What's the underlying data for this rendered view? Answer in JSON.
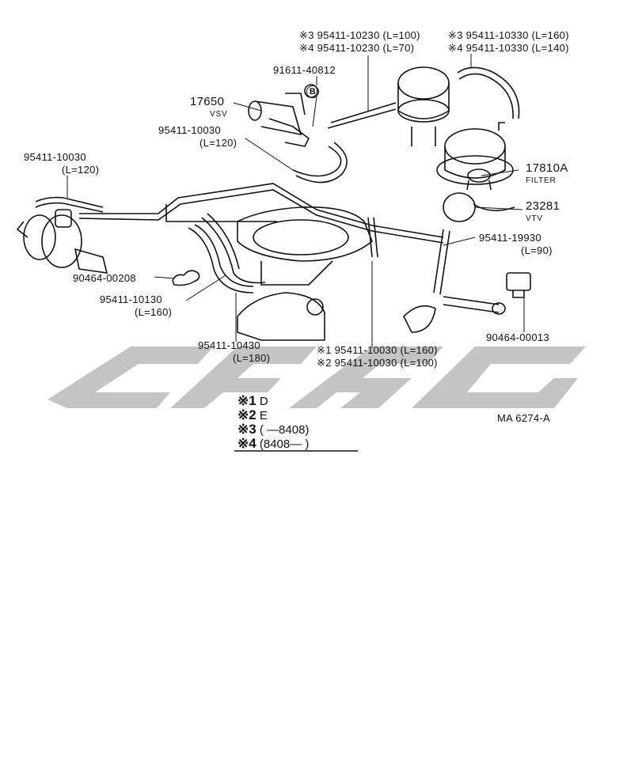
{
  "diagram": {
    "callouts": [
      {
        "id": "c1",
        "text": "※3 95411-10230 (L=100)"
      },
      {
        "id": "c2",
        "text": "※4 95411-10230 (L=70)"
      },
      {
        "id": "c3",
        "text": "※3 95411-10330 (L=160)"
      },
      {
        "id": "c4",
        "text": "※4 95411-10330 (L=140)"
      },
      {
        "id": "c5",
        "text": "91611-40812"
      },
      {
        "id": "c6",
        "text": "17650"
      },
      {
        "id": "c7",
        "text": "VSV"
      },
      {
        "id": "c8",
        "text": "95411-10030"
      },
      {
        "id": "c9",
        "text": "(L=120)"
      },
      {
        "id": "c10",
        "text": "95411-10030"
      },
      {
        "id": "c11",
        "text": "(L=120)"
      },
      {
        "id": "c12",
        "text": "17810A"
      },
      {
        "id": "c13",
        "text": "FILTER"
      },
      {
        "id": "c14",
        "text": "23281"
      },
      {
        "id": "c15",
        "text": "VTV"
      },
      {
        "id": "c16",
        "text": "95411-19930"
      },
      {
        "id": "c17",
        "text": "(L=90)"
      },
      {
        "id": "c18",
        "text": "90464-00208"
      },
      {
        "id": "c19",
        "text": "95411-10130"
      },
      {
        "id": "c20",
        "text": "(L=160)"
      },
      {
        "id": "c21",
        "text": "95411-10430"
      },
      {
        "id": "c22",
        "text": "(L=180)"
      },
      {
        "id": "c23",
        "text": "※1 95411-10030 (L=160)"
      },
      {
        "id": "c24",
        "text": "※2 95411-10030 (L=100)"
      },
      {
        "id": "c25",
        "text": "90464-00013"
      },
      {
        "id": "c26",
        "text": "MA 6274-A"
      }
    ],
    "marker_b": "B",
    "legend": [
      {
        "mark": "※1",
        "text": "D"
      },
      {
        "mark": "※2",
        "text": "E"
      },
      {
        "mark": "※3",
        "text": "(     —8408)"
      },
      {
        "mark": "※4",
        "text": "(8408—      )"
      }
    ],
    "watermark_color": "#c4c4c4"
  }
}
